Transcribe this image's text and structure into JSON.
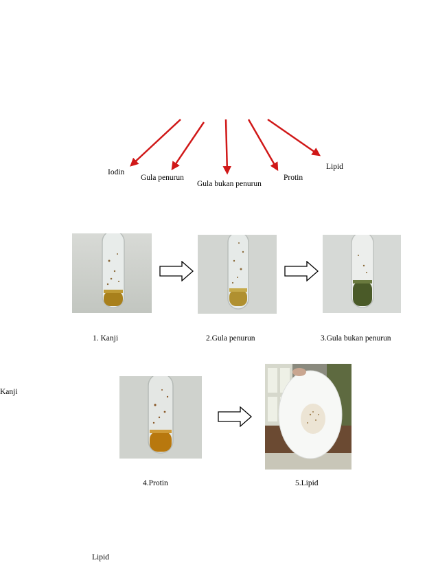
{
  "top_labels": {
    "iodin": "Iodin",
    "gula_penurun": "Gula penurun",
    "gula_bukan_penurun": "Gula bukan penurun",
    "protin": "Protin",
    "lipid": "Lipid"
  },
  "captions": {
    "kanji": "1. Kanji",
    "gula_penurun": "2.Gula penurun",
    "gula_bukan_penurun": "3.Gula bukan penurun",
    "protin": "4.Protin",
    "lipid": "5.Lipid"
  },
  "side_labels": {
    "kanji": "Kanji",
    "lipid": "Lipid"
  },
  "colors": {
    "arrow_red": "#d01818",
    "solution_amber": "#a8801c",
    "solution_dark_green": "#4a5a28",
    "solution_orange": "#b8780e"
  }
}
